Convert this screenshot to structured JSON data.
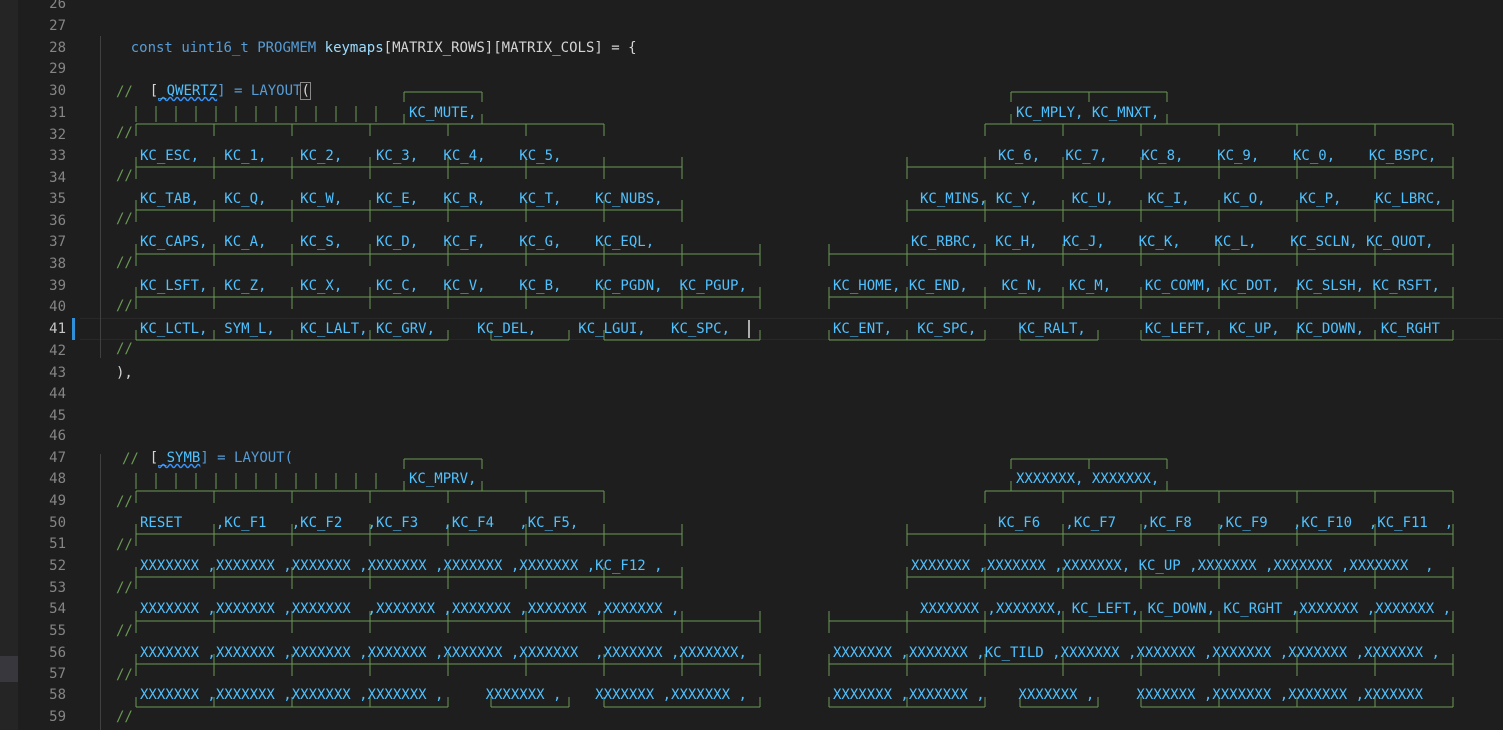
{
  "editor": {
    "language": "c",
    "active_line": "41",
    "colors": {
      "background": "#1e1e1e",
      "keyword": "#569cd6",
      "identifier": "#4fc1ff",
      "comment": "#6a9955",
      "line_number": "#858585",
      "squiggle": "#3794ff"
    },
    "line_numbers": [
      "26",
      "27",
      "28",
      "29",
      "30",
      "31",
      "32",
      "33",
      "34",
      "35",
      "36",
      "37",
      "38",
      "39",
      "40",
      "41",
      "42",
      "43",
      "44",
      "45",
      "46",
      "47",
      "48",
      "49",
      "50",
      "51",
      "52",
      "53",
      "54",
      "55",
      "56",
      "57",
      "58",
      "59"
    ],
    "declaration": {
      "kw_const": "const",
      "type": "uint16_t",
      "kw_progmem": "PROGMEM",
      "name": "keymaps",
      "dims": "[MATRIX_ROWS][MATRIX_COLS] = {"
    },
    "qwertz": {
      "open_bracket": "[",
      "layer": "_QWERTZ",
      "assign": "] = LAYOUT",
      "paren": "(",
      "comment": "//",
      "close": "),",
      "tokens": {
        "l31a": "KC_MUTE,",
        "l31b": "KC_MPLY, KC_MNXT,",
        "l33a": "KC_ESC,   KC_1,    KC_2,    KC_3,   KC_4,    KC_5,",
        "l33b": "KC_6,   KC_7,    KC_8,    KC_9,    KC_0,    KC_BSPC,",
        "l35a": "KC_TAB,   KC_Q,    KC_W,    KC_E,   KC_R,    KC_T,    KC_NUBS,",
        "l35b": "KC_MINS, KC_Y,    KC_U,    KC_I,    KC_O,    KC_P,    KC_LBRC,",
        "l37a": "KC_CAPS,  KC_A,    KC_S,    KC_D,   KC_F,    KC_G,    KC_EQL,",
        "l37b": "KC_RBRC,  KC_H,   KC_J,    KC_K,    KC_L,    KC_SCLN, KC_QUOT,",
        "l39a": "KC_LSFT,  KC_Z,    KC_X,    KC_C,   KC_V,    KC_B,    KC_PGDN,  KC_PGUP,",
        "l39b": "KC_HOME, KC_END,    KC_N,   KC_M,    KC_COMM, KC_DOT,  KC_SLSH, KC_RSFT,",
        "l41a": "KC_LCTL,  SYM_L,   KC_LALT, KC_GRV,     KC_DEL,     KC_LGUI,   KC_SPC,",
        "l41b": "KC_ENT,   KC_SPC,     KC_RALT,       KC_LEFT,  KC_UP,  KC_DOWN,  KC_RGHT"
      }
    },
    "symb": {
      "open_bracket": "[",
      "layer": "_SYMB",
      "assign": "] = LAYOUT(",
      "comment": "//",
      "tokens": {
        "l48a": "KC_MPRV,",
        "l48b": "XXXXXXX, XXXXXXX,",
        "l50a": "RESET    ,KC_F1   ,KC_F2   ,KC_F3   ,KC_F4   ,KC_F5,",
        "l50b": "KC_F6   ,KC_F7   ,KC_F8   ,KC_F9   ,KC_F10  ,KC_F11  ,",
        "l52a": "XXXXXXX ,XXXXXXX ,XXXXXXX ,XXXXXXX ,XXXXXXX ,XXXXXXX ,KC_F12 ,",
        "l52b": "XXXXXXX ,XXXXXXX ,XXXXXXX, KC_UP ,XXXXXXX ,XXXXXXX ,XXXXXXX  ,",
        "l54a": "XXXXXXX ,XXXXXXX ,XXXXXXX  ,XXXXXXX ,XXXXXXX ,XXXXXXX ,XXXXXXX ,",
        "l54b": "XXXXXXX ,XXXXXXX, KC_LEFT, KC_DOWN, KC_RGHT ,XXXXXXX ,XXXXXXX ,",
        "l56a": "XXXXXXX ,XXXXXXX ,XXXXXXX ,XXXXXXX ,XXXXXXX ,XXXXXXX  ,XXXXXXX ,XXXXXXX,",
        "l56b": "XXXXXXX ,XXXXXXX ,KC_TILD ,XXXXXXX ,XXXXXXX ,XXXXXXX ,XXXXXXX ,XXXXXXX ,",
        "l58a": "XXXXXXX ,XXXXXXX ,XXXXXXX ,XXXXXXX ,     XXXXXXX ,    XXXXXXX ,XXXXXXX ,",
        "l58b": "XXXXXXX ,XXXXXXX ,    XXXXXXX ,     XXXXXXX ,XXXXXXX ,XXXXXXX ,XXXXXXX"
      }
    }
  }
}
